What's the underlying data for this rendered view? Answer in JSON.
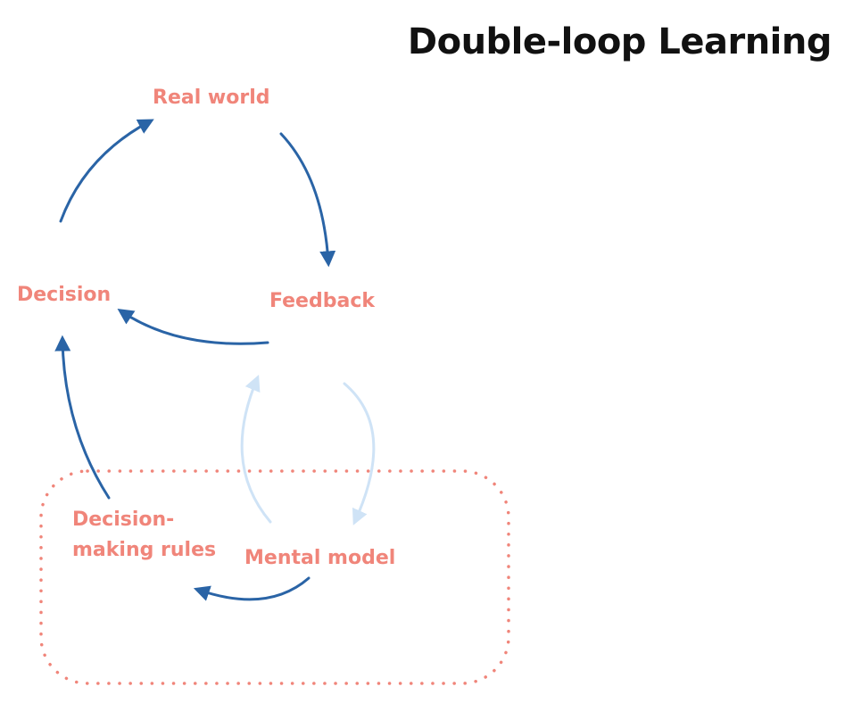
{
  "title": "Double-loop Learning",
  "nodes": {
    "real_world": "Real world",
    "decision": "Decision",
    "feedback": "Feedback",
    "decision_rules_line1": "Decision-",
    "decision_rules_line2": "making rules",
    "mental_model": "Mental model"
  },
  "colors": {
    "text_dark": "#111111",
    "node_label": "#F0857A",
    "arrow_dark": "#2A64A6",
    "arrow_light": "#CFE3F6",
    "boundary_dots": "#F0857A"
  }
}
